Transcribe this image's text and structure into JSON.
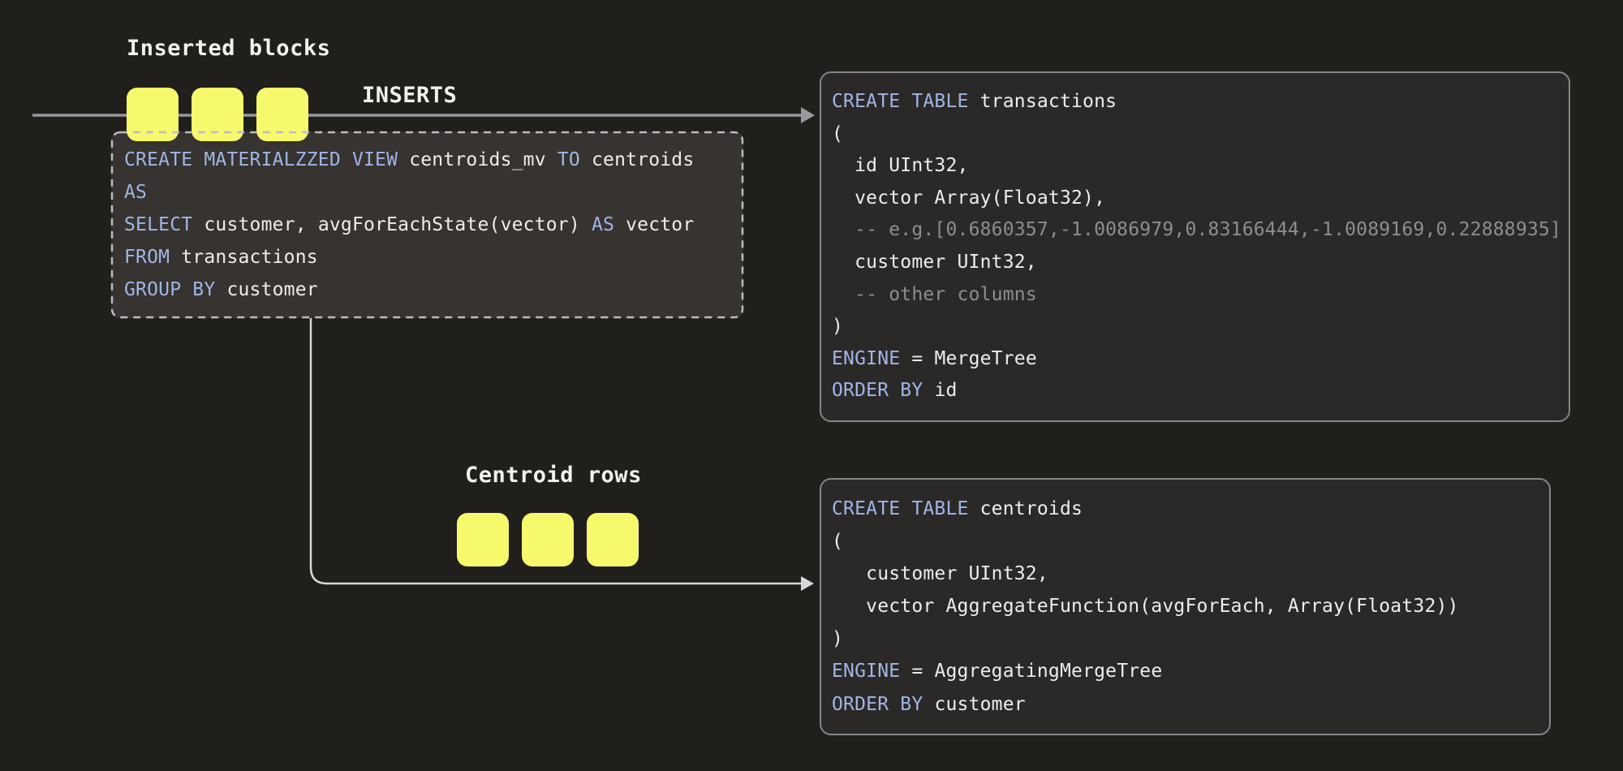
{
  "diagram": {
    "labels": {
      "inserted_blocks": "Inserted blocks",
      "inserts": "INSERTS",
      "centroid_rows": "Centroid rows"
    },
    "counts": {
      "inserted_blocks": 3,
      "centroid_rows": 3
    },
    "colors": {
      "background": "#201f1c",
      "block_yellow": "#f7f96d",
      "keyword_blue": "#a1b5e6",
      "code_text": "#efeeec",
      "comment_gray": "#8f8e8b",
      "insert_arrow_gray": "#97979c",
      "connector_light": "#d7d7d7",
      "code_box_fill": "#2a2927",
      "code_box_border": "#85858a",
      "mv_box_fill": "#363330",
      "mv_box_dash_border": "#bcbcc2"
    }
  },
  "code_mv": {
    "title": "materialized view definition",
    "lines": [
      [
        {
          "c": "kw",
          "s": "CREATE MATERIALZZED VIEW "
        },
        {
          "c": "tx",
          "s": "centroids_mv "
        },
        {
          "c": "kw",
          "s": "TO "
        },
        {
          "c": "tx",
          "s": "centroids"
        }
      ],
      [
        {
          "c": "kw",
          "s": "AS"
        }
      ],
      [
        {
          "c": "kw",
          "s": "SELECT "
        },
        {
          "c": "tx",
          "s": "customer, avgForEachState(vector) "
        },
        {
          "c": "kw",
          "s": "AS "
        },
        {
          "c": "tx",
          "s": "vector"
        }
      ],
      [
        {
          "c": "kw",
          "s": "FROM "
        },
        {
          "c": "tx",
          "s": "transactions"
        }
      ],
      [
        {
          "c": "kw",
          "s": "GROUP BY "
        },
        {
          "c": "tx",
          "s": "customer"
        }
      ]
    ]
  },
  "code_transactions": {
    "title": "transactions table DDL",
    "lines": [
      [
        {
          "c": "kw",
          "s": "CREATE TABLE "
        },
        {
          "c": "tx",
          "s": "transactions"
        }
      ],
      [
        {
          "c": "tx",
          "s": "("
        }
      ],
      [
        {
          "c": "tx",
          "s": "  id UInt32,"
        }
      ],
      [
        {
          "c": "tx",
          "s": "  vector Array(Float32),"
        }
      ],
      [
        {
          "c": "cm",
          "s": "  -- e.g.[0.6860357,-1.0086979,0.83166444,-1.0089169,0.22888935]"
        }
      ],
      [
        {
          "c": "tx",
          "s": "  customer UInt32,"
        }
      ],
      [
        {
          "c": "cm",
          "s": "  -- other columns"
        }
      ],
      [
        {
          "c": "tx",
          "s": ")"
        }
      ],
      [
        {
          "c": "kw",
          "s": "ENGINE "
        },
        {
          "c": "tx",
          "s": "= MergeTree"
        }
      ],
      [
        {
          "c": "kw",
          "s": "ORDER BY "
        },
        {
          "c": "tx",
          "s": "id"
        }
      ]
    ]
  },
  "code_centroids": {
    "title": "centroids table DDL",
    "lines": [
      [
        {
          "c": "kw",
          "s": "CREATE TABLE "
        },
        {
          "c": "tx",
          "s": "centroids"
        }
      ],
      [
        {
          "c": "tx",
          "s": "("
        }
      ],
      [
        {
          "c": "tx",
          "s": "   customer UInt32,"
        }
      ],
      [
        {
          "c": "tx",
          "s": "   vector AggregateFunction(avgForEach, Array(Float32))"
        }
      ],
      [
        {
          "c": "tx",
          "s": ")"
        }
      ],
      [
        {
          "c": "kw",
          "s": "ENGINE "
        },
        {
          "c": "tx",
          "s": "= AggregatingMergeTree"
        }
      ],
      [
        {
          "c": "kw",
          "s": "ORDER BY "
        },
        {
          "c": "tx",
          "s": "customer"
        }
      ]
    ]
  }
}
